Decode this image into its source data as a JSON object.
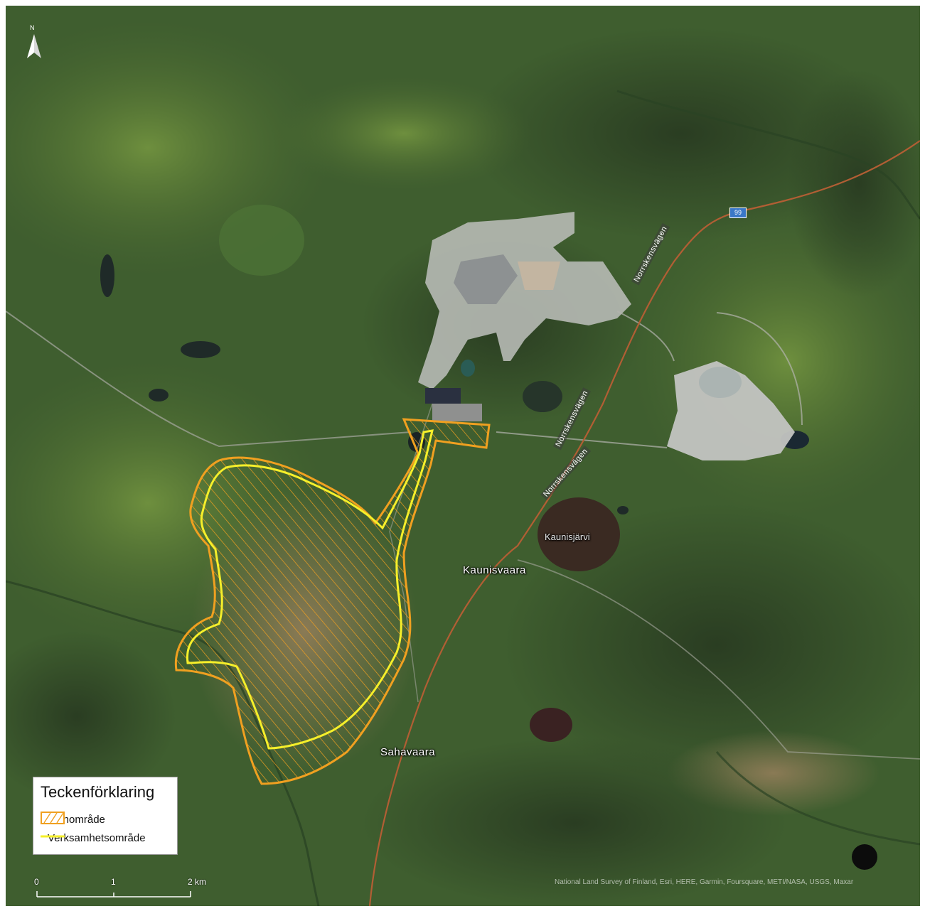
{
  "map": {
    "north_label": "N",
    "places": {
      "kaunisvaara": "Kaunisvaara",
      "sahavaara": "Sahavaara"
    },
    "lakes": {
      "kaunisjarvi": "Kaunisjärvi"
    },
    "roads": {
      "norrskensvagen_1": "Norrskensvägen",
      "norrskensvagen_2": "Norrskensvägen",
      "norrskensvagen_3": "Norrskensvägen",
      "shield": "99"
    },
    "legend": {
      "title": "Teckenförklaring",
      "items": [
        {
          "label": "Planområde",
          "color": "#f0a020"
        },
        {
          "label": "Verksamhetsområde",
          "color": "#f5ef2a"
        }
      ]
    },
    "scale_bar": {
      "labels": [
        "0",
        "1",
        "2 km"
      ]
    },
    "attribution": "National Land Survey of Finland, Esri, HERE, Garmin, Foursquare, METI/NASA, USGS, Maxar"
  }
}
